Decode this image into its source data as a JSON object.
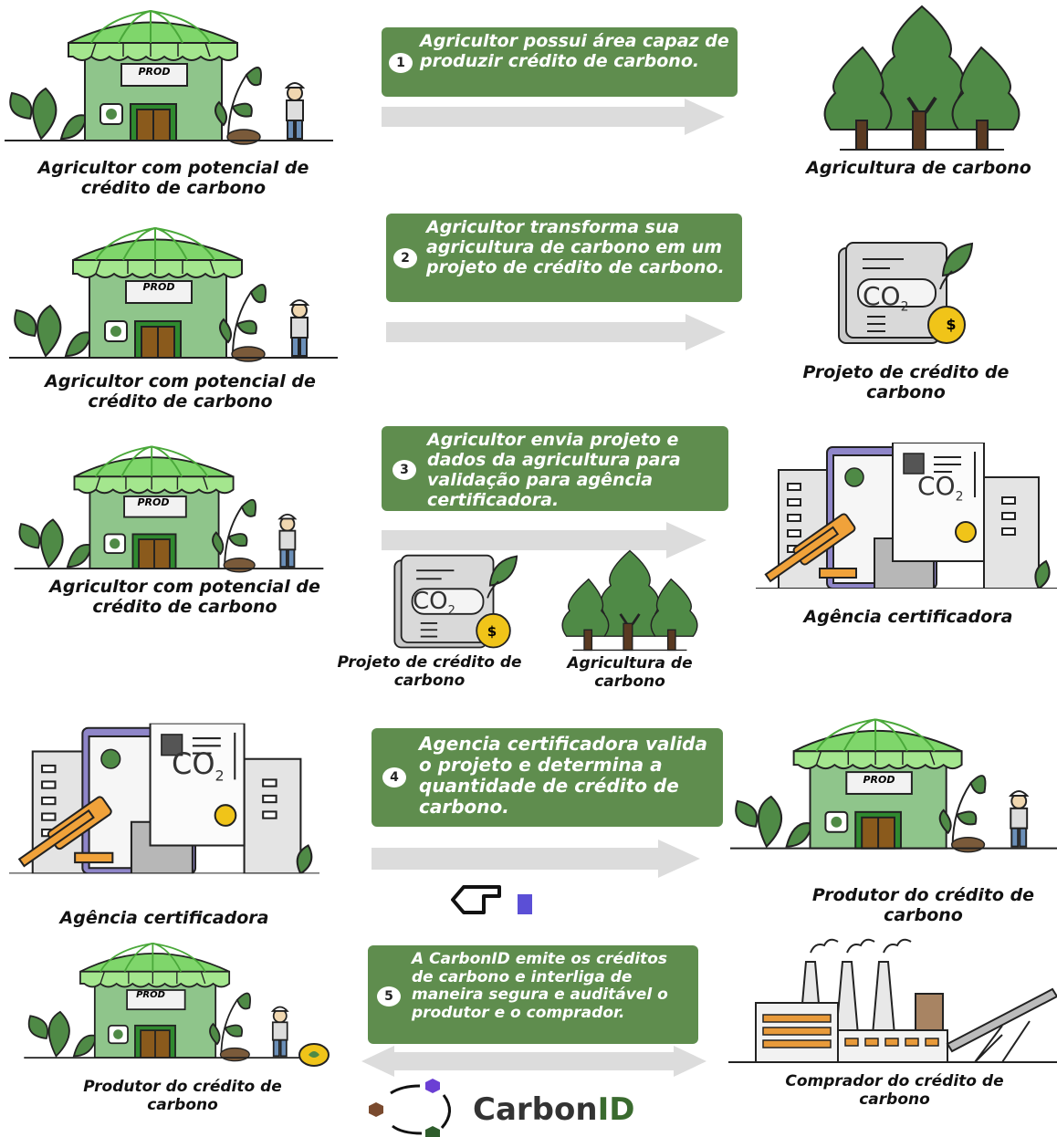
{
  "steps": [
    {
      "number": "1",
      "text": "Agricultor possui área capaz de produzir crédito de carbono."
    },
    {
      "number": "2",
      "text": "Agricultor transforma sua agricultura de carbono em um projeto de crédito de carbono."
    },
    {
      "number": "3",
      "text": "Agricultor envia projeto e dados da agricultura para validação para agência certificadora."
    },
    {
      "number": "4",
      "text": "Agencia certificadora valida o projeto e determina a quantidade de crédito de carbono."
    },
    {
      "number": "5",
      "text": "A CarbonID emite os créditos de carbono e interliga de maneira segura e auditável o produtor e o comprador."
    }
  ],
  "captions": {
    "farmer1": "Agricultor com potencial de crédito de carbono",
    "carbon_farming1": "Agricultura de carbono",
    "farmer2": "Agricultor com potencial de crédito de carbono",
    "project1": "Projeto de crédito de carbono",
    "farmer3": "Agricultor com potencial de crédito de carbono",
    "project2": "Projeto de crédito de carbono",
    "carbon_farming2": "Agricultura de carbono",
    "agency1": "Agência certificadora",
    "agency2": "Agência certificadora",
    "producer1": "Produtor do crédito de carbono",
    "producer2": "Produtor do crédito de carbono",
    "buyer": "Comprador do crédito de carbono"
  },
  "shop_sign": "PROD",
  "co2_label": "CO",
  "co2_sub": "2",
  "dollar": "$",
  "logo": {
    "carbon": "Carbon",
    "id": "ID"
  },
  "colors": {
    "green_box": "#5f8d4e",
    "awning": "#7fd66b",
    "building": "#8fc58b",
    "arrow": "#dcdcdc",
    "tree": "#4f8a46",
    "logo_purple": "#6b3fd4",
    "logo_brown": "#7a4a2e",
    "logo_green": "#2f5d2c"
  }
}
